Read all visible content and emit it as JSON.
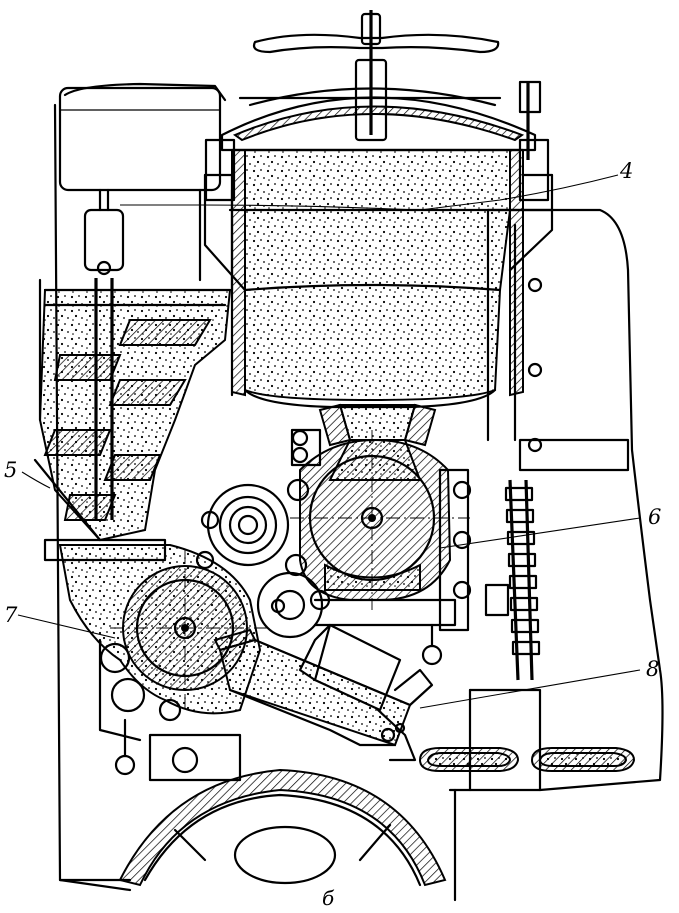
{
  "labels": {
    "l4": "4",
    "l5": "5",
    "l6": "6",
    "l7": "7",
    "l8": "8"
  },
  "caption": "б"
}
